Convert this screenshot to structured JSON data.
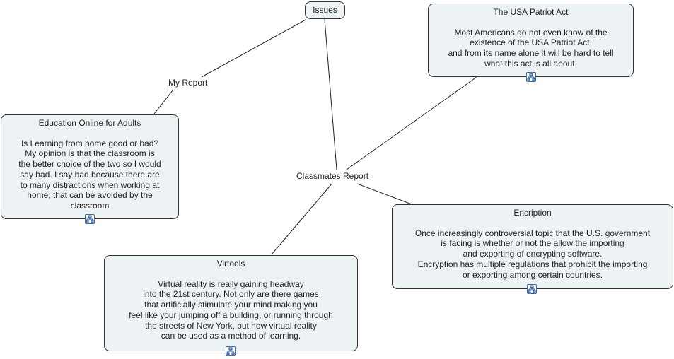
{
  "nodes": {
    "issues": {
      "title": "Issues"
    },
    "patriot": {
      "title": "The USA Patriot Act",
      "body": "Most Americans do not even know of the\nexistence of the USA Patriot Act,\nand from its name alone it will be hard to tell\nwhat this act is all about.",
      "icon": "submap-icon"
    },
    "education": {
      "title": "Education Online for Adults",
      "body": "Is Learning from home good or bad?\nMy opinion is that the classroom is\nthe better choice of the two so I would\nsay bad. I say bad because there are\nto many distractions when working at\nhome, that can be avoided by the\nclassroom",
      "icon": "submap-icon"
    },
    "virtools": {
      "title": "Virtools",
      "body": "Virtual reality is really gaining headway\ninto the 21st century. Not only are there games\nthat artificially stimulate your mind making you\nfeel like your jumping off a building, or running through\nthe streets of New York, but now virtual reality\ncan be used as a method of learning.",
      "icon": "submap-icon"
    },
    "encription": {
      "title": "Encription",
      "body": "Once increasingly controversial topic that the U.S. government\nis facing is whether or not the allow the importing\nand exporting of encrypting software.\nEncryption has multiple regulations that prohibit the importing\nor exporting among certain countries.",
      "icon": "submap-icon"
    }
  },
  "links": {
    "my_report": "My Report",
    "classmates_report": "Classmates Report"
  },
  "colors": {
    "node_fill": "#edf3f5",
    "node_border": "#333333",
    "icon_accent": "#3a6ea5"
  }
}
